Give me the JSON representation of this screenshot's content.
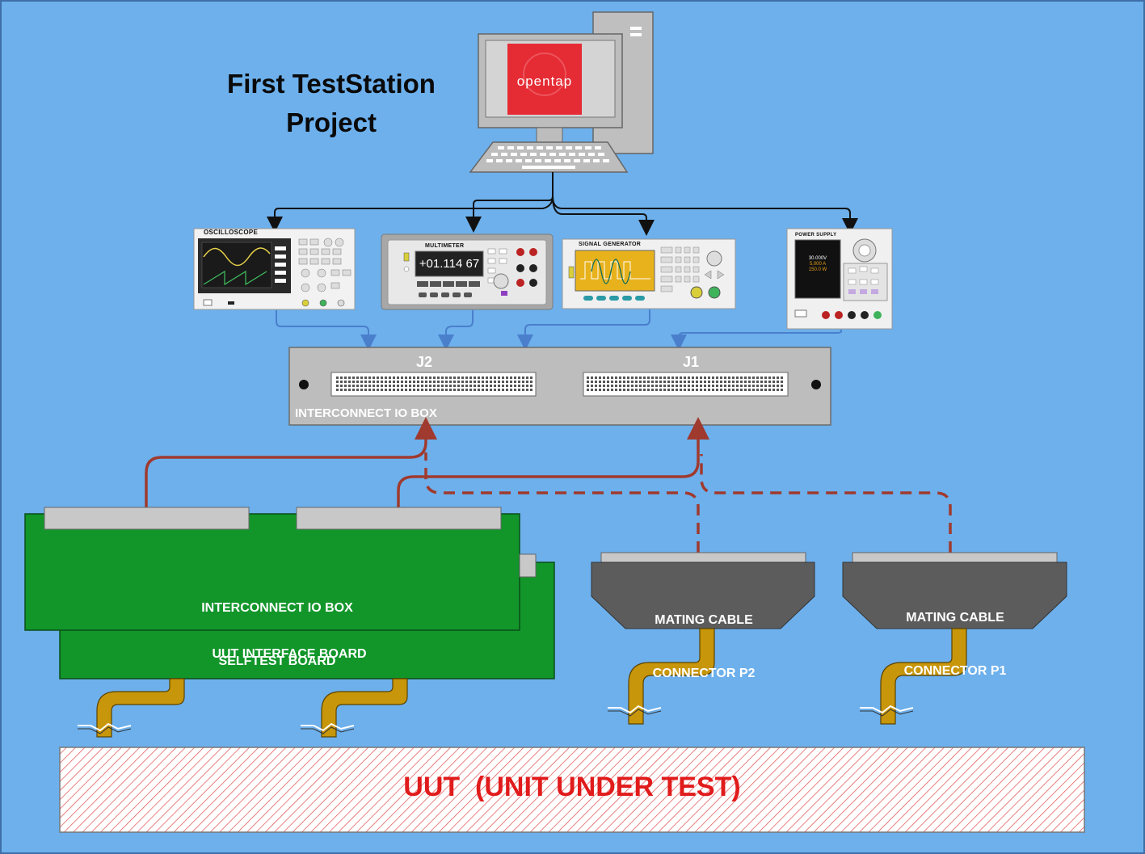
{
  "title": {
    "line1": "First TestStation",
    "line2": "Project"
  },
  "computer": {
    "logo_text": "opentap",
    "logo_color": "#e52b34"
  },
  "instruments": {
    "oscilloscope": {
      "label": "OSCILLOSCOPE"
    },
    "multimeter": {
      "label": "MULTIMETER",
      "display": "+01.114 67"
    },
    "signal_generator": {
      "label": "SIGNAL GENERATOR"
    },
    "power_supply": {
      "label": "POWER SUPPLY",
      "readout": [
        "30.000V",
        "5.000 A",
        "150.0 W"
      ]
    }
  },
  "interconnect_box": {
    "title": "INTERCONNECT IO BOX",
    "connectors": [
      "J2",
      "J1"
    ]
  },
  "boards": {
    "selftest": {
      "line1": "INTERCONNECT IO BOX",
      "line2": "SELFTEST BOARD",
      "color": "#12962a"
    },
    "uut_interface": {
      "label": "UUT INTERFACE BOARD",
      "color": "#12962a"
    }
  },
  "mating_cables": [
    {
      "line1": "MATING CABLE",
      "line2": "CONNECTOR P2"
    },
    {
      "line1": "MATING CABLE",
      "line2": "CONNECTOR P1"
    }
  ],
  "uut": {
    "label": "UUT  (UNIT UNDER TEST)",
    "color": "#e11b1b"
  },
  "colors": {
    "background": "#6db0ec",
    "instrument_link": "#4a7fcc",
    "cable_link": "#a03a2e",
    "flex_cable": "#c8960a"
  }
}
